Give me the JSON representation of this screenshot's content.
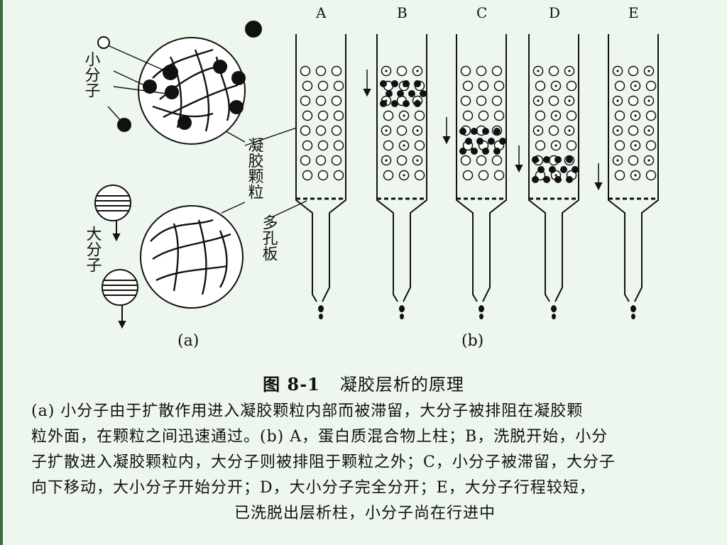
{
  "column_labels": [
    "A",
    "B",
    "C",
    "D",
    "E"
  ],
  "labels": {
    "small_molecule": "小分子",
    "large_molecule": "大分子",
    "gel_particle": "凝胶颗粒",
    "porous_plate": "多孔板",
    "panel_a": "(a)",
    "panel_b": "(b)"
  },
  "caption": {
    "figure_number": "图 8-1",
    "title": "凝胶层析的原理",
    "lines": [
      "(a) 小分子由于扩散作用进入凝胶颗粒内部而被滞留，大分子被排阻在凝胶颗",
      "粒外面，在颗粒之间迅速通过。(b) A，蛋白质混合物上柱；B，洗脱开始，小分",
      "子扩散进入凝胶颗粒内，大分子则被排阻于颗粒之外；C，小分子被滞留，大分子",
      "向下移动，大小分子开始分开；D，大小分子完全分开；E，大分子行程较短，",
      "已洗脱出层析柱，小分子尚在行进中"
    ]
  },
  "colors": {
    "background": "#eef7ee",
    "ink": "#111111",
    "edge": "#3f6b46"
  }
}
